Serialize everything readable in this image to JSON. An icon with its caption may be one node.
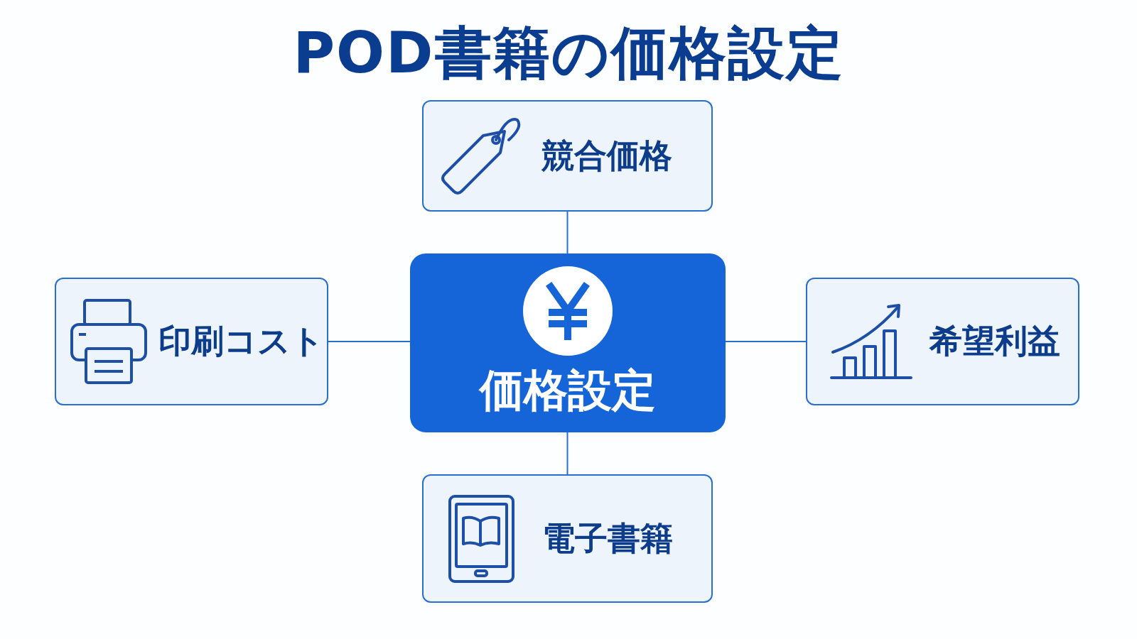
{
  "diagram": {
    "title": "POD書籍の価格設定",
    "nodes": [
      {
        "text": [
          "競合価格"
        ]
      },
      {
        "text": [
          "印刷コスト"
        ]
      },
      {
        "text": [
          "価格設定"
        ]
      },
      {
        "text": [
          "希望利益"
        ]
      },
      {
        "text": [
          "電子書籍"
        ]
      }
    ],
    "edges": [
      {
        "from": 0,
        "to": 2,
        "arrow": "none"
      },
      {
        "from": 1,
        "to": 2,
        "arrow": "none"
      },
      {
        "from": 2,
        "to": 3,
        "arrow": "none"
      },
      {
        "from": 2,
        "to": 4,
        "arrow": "none"
      }
    ]
  }
}
